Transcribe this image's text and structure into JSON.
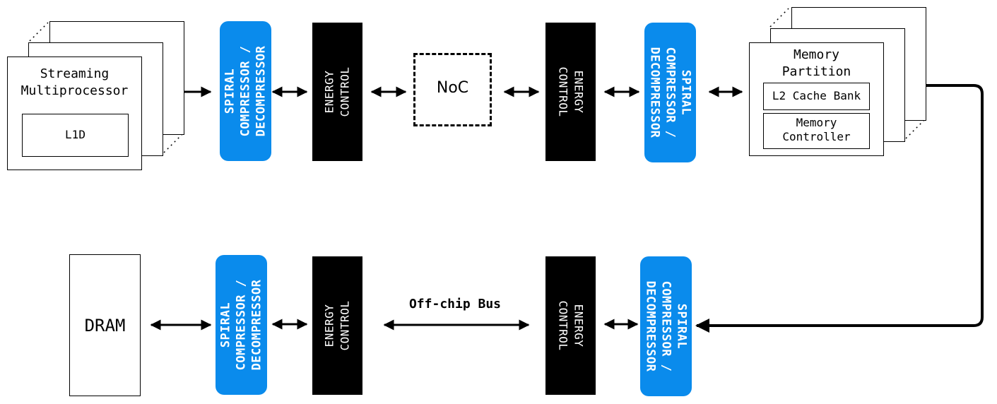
{
  "sm": {
    "title": "Streaming\nMultiprocessor",
    "l1d": "L1D"
  },
  "compressor_label": "SPIRAL\nCOMPRESSOR /\nDECOMPRESSOR",
  "energy_label": "ENERGY CONTROL",
  "noc": "NoC",
  "memory_partition": {
    "title": "Memory\nPartition",
    "l2": "L2 Cache Bank",
    "controller": "Memory\nController"
  },
  "dram": "DRAM",
  "bus_label": "Off-chip Bus",
  "colors": {
    "compressor": "#0a8bec",
    "energy": "#000000",
    "line": "#000000"
  }
}
